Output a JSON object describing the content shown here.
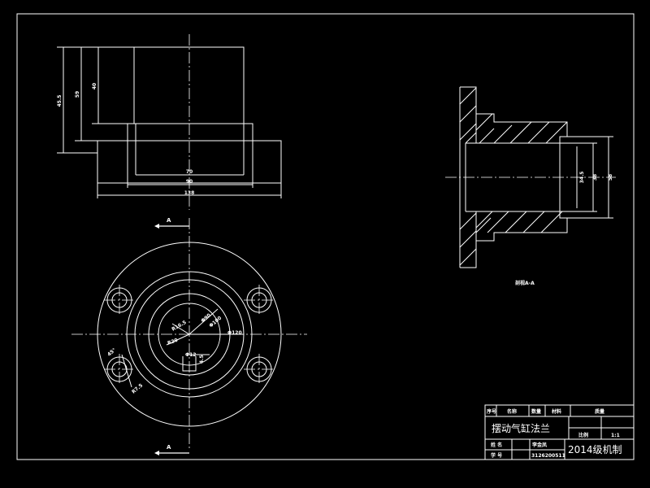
{
  "section_marks": {
    "top": "A",
    "bottom": "A"
  },
  "section_caption": "剖视A-A",
  "dimensions": {
    "front_view": {
      "height_1": "45.5",
      "height_2": "59",
      "height_3": "40",
      "width_1": "70",
      "width_2": "90",
      "width_3": "138"
    },
    "top_view": {
      "radius_1": "R16.5",
      "radius_2": "R20",
      "dia_1": "Φ90",
      "dia_2": "Φ100",
      "dia_3": "Φ120",
      "hole": "Φ12",
      "key_width": "10",
      "key_depth": "4.5",
      "angle": "45°",
      "bolt_circle": "R7.5"
    },
    "section_view": {
      "dia_1": "34.5",
      "dia_2": "38",
      "dia_3": "58"
    }
  },
  "title_block": {
    "header_cells": [
      "序号",
      "名称",
      "数量",
      "材料",
      "质量"
    ],
    "part_name": "摆动气缸法兰",
    "material_label": "比例",
    "scale": "1:1",
    "designer_label": "姓  名",
    "designer_value": "李金凤",
    "student_id_label": "学  号",
    "student_id_value": "3126200511",
    "class_name": "2014级机制"
  }
}
